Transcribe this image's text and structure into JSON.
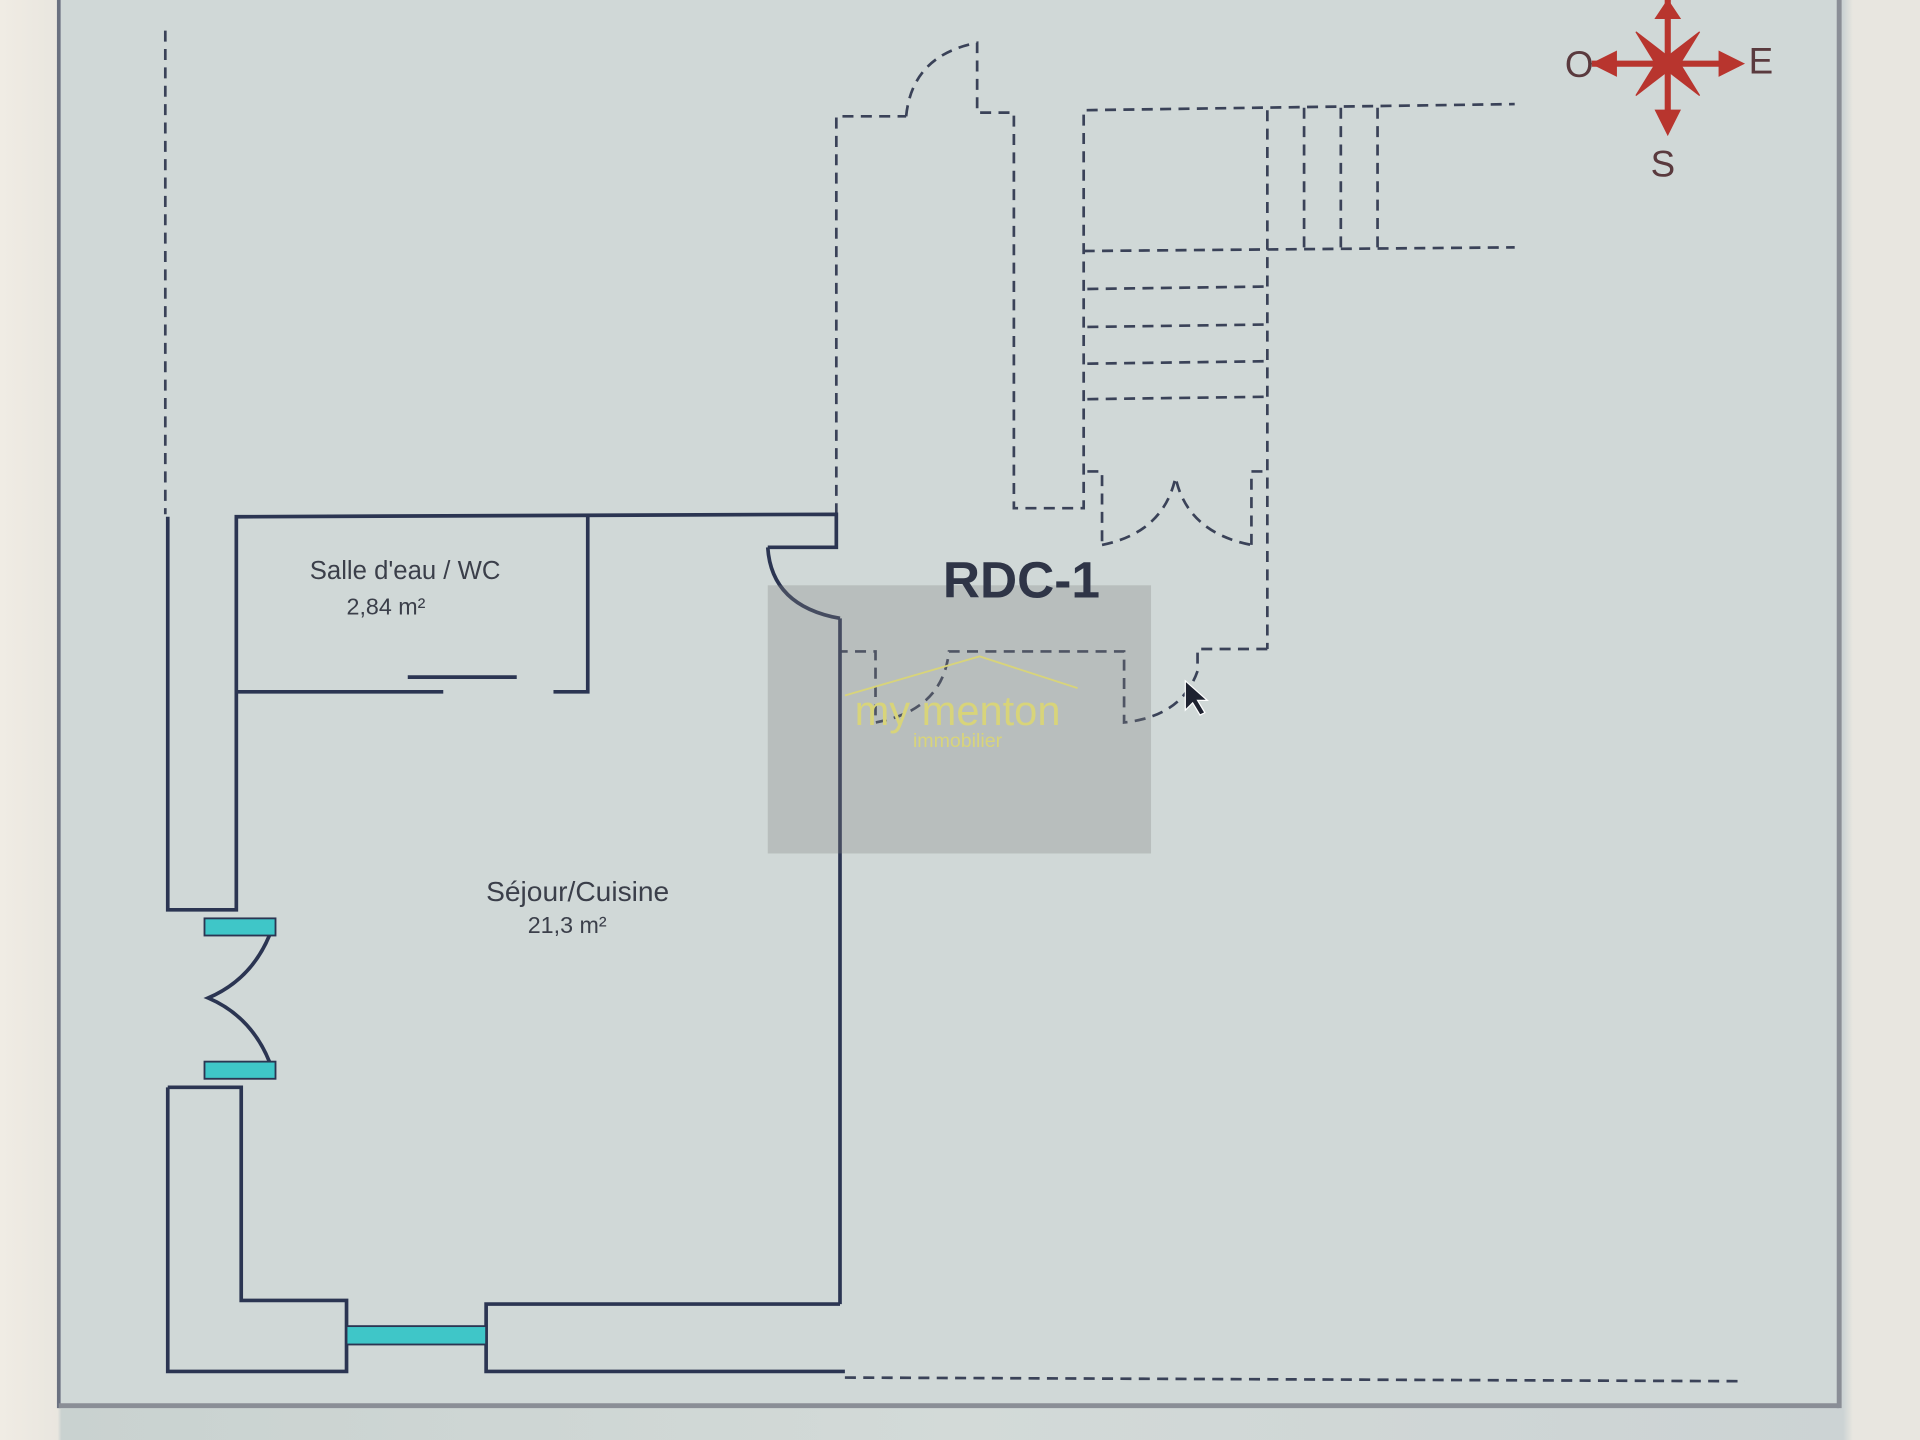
{
  "plan": {
    "title": "RDC-1",
    "rooms": [
      {
        "name": "Salle d'eau / WC",
        "area": "2,84  m²"
      },
      {
        "name": "Séjour/Cuisine",
        "area": "21,3  m²"
      }
    ]
  },
  "compass": {
    "west": "O",
    "east": "E",
    "south": "S",
    "color": "#b8352e"
  },
  "watermark": {
    "brand": "my menton",
    "sub": "immobilier",
    "color": "#d8d47a"
  },
  "colors": {
    "wall": "#2b3552",
    "window": "#3fc6c8"
  }
}
